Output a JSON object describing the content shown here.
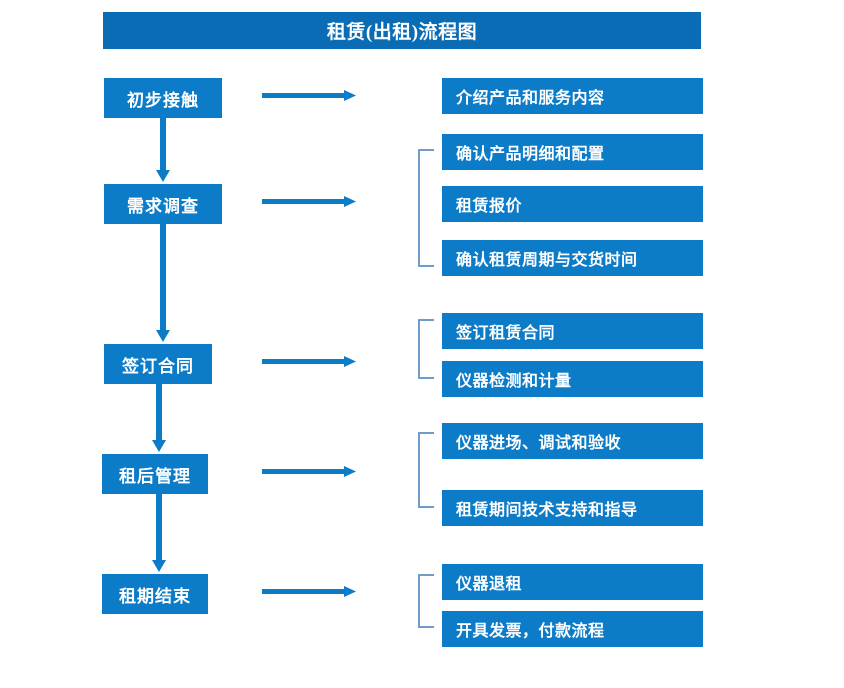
{
  "title": "租赁(出租)流程图",
  "colors": {
    "banner_blue": "#0a6cb4",
    "box_blue": "#0c7bc8",
    "arrow_blue": "#0c7bc8",
    "bracket_gray_blue": "#6f9ccb",
    "text_white": "#ffffff",
    "background": "#ffffff"
  },
  "stages": [
    {
      "label": "初步接触"
    },
    {
      "label": "需求调查"
    },
    {
      "label": "签订合同"
    },
    {
      "label": "租后管理"
    },
    {
      "label": "租期结束"
    }
  ],
  "details": [
    {
      "label": "介绍产品和服务内容"
    },
    {
      "label": "确认产品明细和配置"
    },
    {
      "label": "租赁报价"
    },
    {
      "label": "确认租赁周期与交货时间"
    },
    {
      "label": "签订租赁合同"
    },
    {
      "label": "仪器检测和计量"
    },
    {
      "label": "仪器进场、调试和验收"
    },
    {
      "label": "租赁期间技术支持和指导"
    },
    {
      "label": "仪器退租"
    },
    {
      "label": "开具发票，付款流程"
    }
  ],
  "connectors": {
    "horizontal_arrow_count": 5,
    "vertical_arrow_count": 4,
    "bracket_count": 4
  },
  "chart_data": {
    "type": "diagram",
    "title": "租赁(出租)流程图",
    "nodes": [
      {
        "id": "s1",
        "label": "初步接触",
        "column": "stage",
        "order": 1
      },
      {
        "id": "s2",
        "label": "需求调查",
        "column": "stage",
        "order": 2
      },
      {
        "id": "s3",
        "label": "签订合同",
        "column": "stage",
        "order": 3
      },
      {
        "id": "s4",
        "label": "租后管理",
        "column": "stage",
        "order": 4
      },
      {
        "id": "s5",
        "label": "租期结束",
        "column": "stage",
        "order": 5
      },
      {
        "id": "d1",
        "label": "介绍产品和服务内容",
        "column": "detail",
        "parent": "s1"
      },
      {
        "id": "d2",
        "label": "确认产品明细和配置",
        "column": "detail",
        "parent": "s2"
      },
      {
        "id": "d3",
        "label": "租赁报价",
        "column": "detail",
        "parent": "s2"
      },
      {
        "id": "d4",
        "label": "确认租赁周期与交货时间",
        "column": "detail",
        "parent": "s2"
      },
      {
        "id": "d5",
        "label": "签订租赁合同",
        "column": "detail",
        "parent": "s3"
      },
      {
        "id": "d6",
        "label": "仪器检测和计量",
        "column": "detail",
        "parent": "s3"
      },
      {
        "id": "d7",
        "label": "仪器进场、调试和验收",
        "column": "detail",
        "parent": "s4"
      },
      {
        "id": "d8",
        "label": "租赁期间技术支持和指导",
        "column": "detail",
        "parent": "s4"
      },
      {
        "id": "d9",
        "label": "仪器退租",
        "column": "detail",
        "parent": "s5"
      },
      {
        "id": "d10",
        "label": "开具发票，付款流程",
        "column": "detail",
        "parent": "s5"
      }
    ],
    "edges": [
      {
        "from": "s1",
        "to": "s2",
        "type": "vertical-arrow"
      },
      {
        "from": "s2",
        "to": "s3",
        "type": "vertical-arrow"
      },
      {
        "from": "s3",
        "to": "s4",
        "type": "vertical-arrow"
      },
      {
        "from": "s4",
        "to": "s5",
        "type": "vertical-arrow"
      },
      {
        "from": "s1",
        "to": "d1",
        "type": "horizontal-arrow"
      },
      {
        "from": "s2",
        "to": "d2,d3,d4",
        "type": "horizontal-arrow-bracket"
      },
      {
        "from": "s3",
        "to": "d5,d6",
        "type": "horizontal-arrow-bracket"
      },
      {
        "from": "s4",
        "to": "d7,d8",
        "type": "horizontal-arrow-bracket"
      },
      {
        "from": "s5",
        "to": "d9,d10",
        "type": "horizontal-arrow-bracket"
      }
    ]
  }
}
